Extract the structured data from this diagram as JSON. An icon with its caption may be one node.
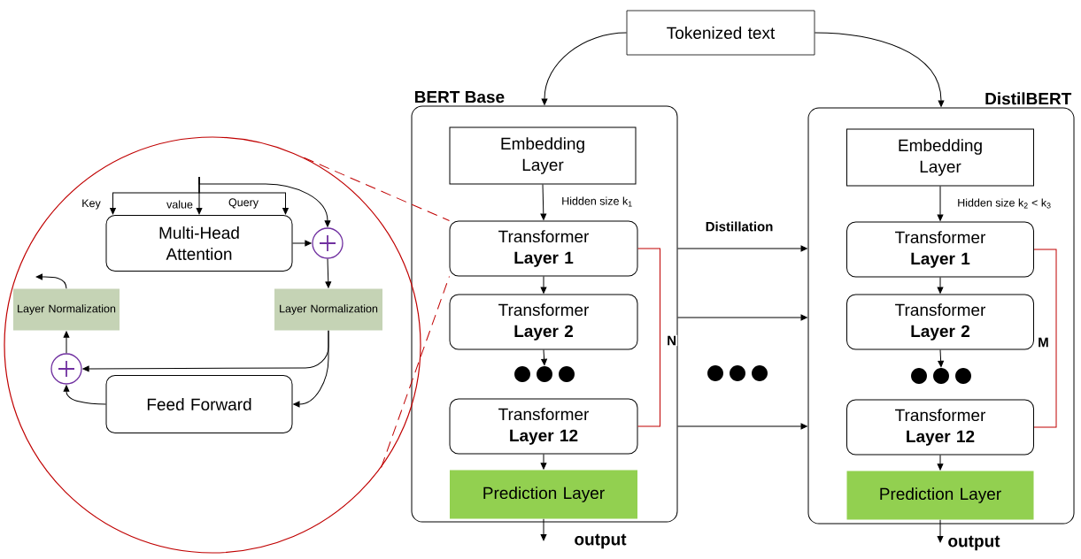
{
  "diagram": {
    "nodes": [
      {
        "text": [
          "Tokenized text"
        ]
      },
      {
        "text": [
          "BERT Base"
        ]
      },
      {
        "text": [
          "Embedding Layer"
        ],
        "in": 1
      },
      {
        "text": [
          "Transformer **Layer 1**"
        ],
        "in": 1
      },
      {
        "text": [
          "Transformer **Layer 2**"
        ],
        "in": 1
      },
      {
        "text": [
          "Transformer **Layer 12**"
        ],
        "in": 1
      },
      {
        "text": [
          "Prediction Layer"
        ],
        "in": 1
      },
      {
        "text": [
          "DistilBERT"
        ]
      },
      {
        "text": [
          "Embedding Layer"
        ],
        "in": 7
      },
      {
        "text": [
          "Transformer **Layer 1**"
        ],
        "in": 7
      },
      {
        "text": [
          "Transformer **Layer 2**"
        ],
        "in": 7
      },
      {
        "text": [
          "Transformer **Layer 12**"
        ],
        "in": 7
      },
      {
        "text": [
          "Prediction Layer"
        ],
        "in": 7
      },
      {
        "text": [],
        "shape": "circle"
      },
      {
        "text": [
          "Multi-Head Attention"
        ],
        "in": 13
      },
      {
        "text": [],
        "shape": "circle",
        "in": 13
      },
      {
        "text": [
          "Layer Normalization"
        ],
        "in": 13
      },
      {
        "text": [
          "Layer Normalization"
        ],
        "in": 13
      },
      {
        "text": [],
        "shape": "circle",
        "in": 13
      },
      {
        "text": [
          "Feed Forward"
        ],
        "in": 13
      },
      {
        "text": [
          "output"
        ]
      },
      {
        "text": [
          "output"
        ]
      },
      {
        "text": [],
        "shape": "dots",
        "in": 1
      },
      {
        "text": [],
        "shape": "dots",
        "in": 7
      },
      {
        "text": [],
        "shape": "dots"
      }
    ],
    "edges": [
      {
        "from": 0,
        "to": 1,
        "arrow": "to"
      },
      {
        "from": 0,
        "to": 7,
        "arrow": "to"
      },
      {
        "from": 2,
        "to": 3,
        "arrow": "to",
        "label": "Hidden size k$_{1}$"
      },
      {
        "from": 3,
        "to": 4,
        "arrow": "to"
      },
      {
        "from": 4,
        "to": 22,
        "arrow": "to"
      },
      {
        "from": 5,
        "to": 6,
        "arrow": "to"
      },
      {
        "from": 6,
        "to": 20,
        "arrow": "to"
      },
      {
        "from": 8,
        "to": 9,
        "arrow": "to",
        "label": "Hidden size k$_{2}$ < k$_{3}$"
      },
      {
        "from": 9,
        "to": 10,
        "arrow": "to"
      },
      {
        "from": 10,
        "to": 23,
        "arrow": "to"
      },
      {
        "from": 11,
        "to": 12,
        "arrow": "to"
      },
      {
        "from": 12,
        "to": 21,
        "arrow": "to"
      },
      {
        "from": 3,
        "to": 5,
        "arrow": "none",
        "label": "N",
        "color": "#c00000"
      },
      {
        "from": 9,
        "to": 11,
        "arrow": "none",
        "label": "M",
        "color": "#c00000"
      },
      {
        "from": 1,
        "to": 7,
        "arrow": "to",
        "label": "Distillation"
      },
      {
        "from": 1,
        "to": 7,
        "arrow": "to"
      },
      {
        "from": 1,
        "to": 7,
        "arrow": "to"
      },
      {
        "from": 13,
        "to": 3,
        "arrow": "none",
        "style": "dashed",
        "color": "#c00000"
      },
      {
        "from": 13,
        "to": 3,
        "arrow": "none",
        "style": "dashed",
        "color": "#c00000"
      },
      {
        "from": null,
        "to": 14,
        "arrow": "to",
        "label": "Key"
      },
      {
        "from": null,
        "to": 14,
        "arrow": "to",
        "label": "value"
      },
      {
        "from": null,
        "to": 14,
        "arrow": "to",
        "label": "Query"
      },
      {
        "from": null,
        "to": 15,
        "arrow": "to"
      },
      {
        "from": 14,
        "to": 15,
        "arrow": "to"
      },
      {
        "from": 15,
        "to": 16,
        "arrow": "to"
      },
      {
        "from": 16,
        "to": 18,
        "arrow": "to"
      },
      {
        "from": 16,
        "to": 19,
        "arrow": "to"
      },
      {
        "from": 19,
        "to": 18,
        "arrow": "to"
      },
      {
        "from": 18,
        "to": 17,
        "arrow": "to"
      },
      {
        "from": 17,
        "to": null,
        "arrow": "to"
      }
    ]
  }
}
